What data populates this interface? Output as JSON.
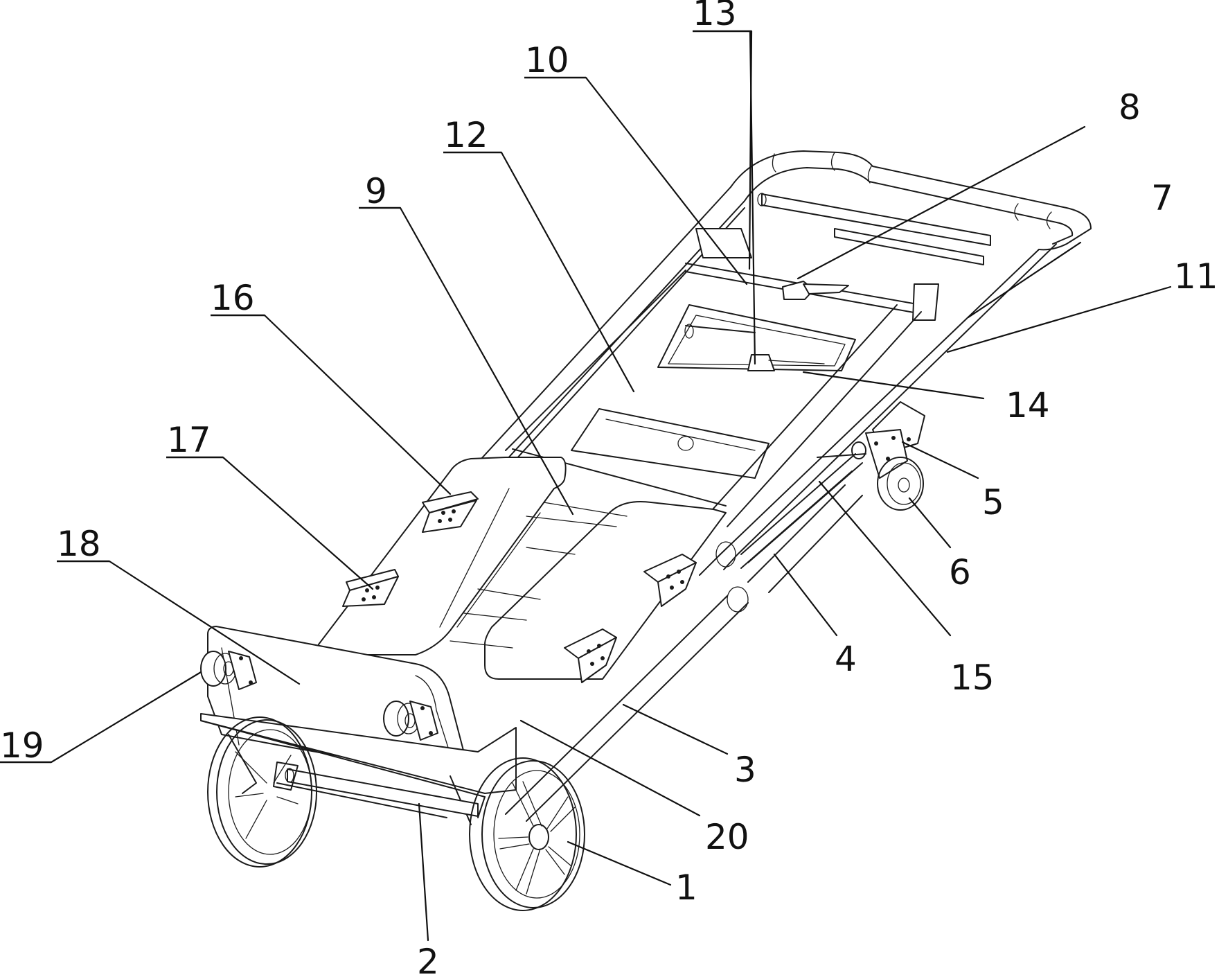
{
  "figure": {
    "callouts": [
      {
        "id": "1",
        "label": "1"
      },
      {
        "id": "2",
        "label": "2"
      },
      {
        "id": "3",
        "label": "3"
      },
      {
        "id": "4",
        "label": "4"
      },
      {
        "id": "5",
        "label": "5"
      },
      {
        "id": "6",
        "label": "6"
      },
      {
        "id": "7",
        "label": "7"
      },
      {
        "id": "8",
        "label": "8"
      },
      {
        "id": "9",
        "label": "9"
      },
      {
        "id": "10",
        "label": "10"
      },
      {
        "id": "11",
        "label": "11"
      },
      {
        "id": "12",
        "label": "12"
      },
      {
        "id": "13",
        "label": "13"
      },
      {
        "id": "14",
        "label": "14"
      },
      {
        "id": "15",
        "label": "15"
      },
      {
        "id": "16",
        "label": "16"
      },
      {
        "id": "17",
        "label": "17"
      },
      {
        "id": "18",
        "label": "18"
      },
      {
        "id": "19",
        "label": "19"
      },
      {
        "id": "20",
        "label": "20"
      }
    ]
  }
}
